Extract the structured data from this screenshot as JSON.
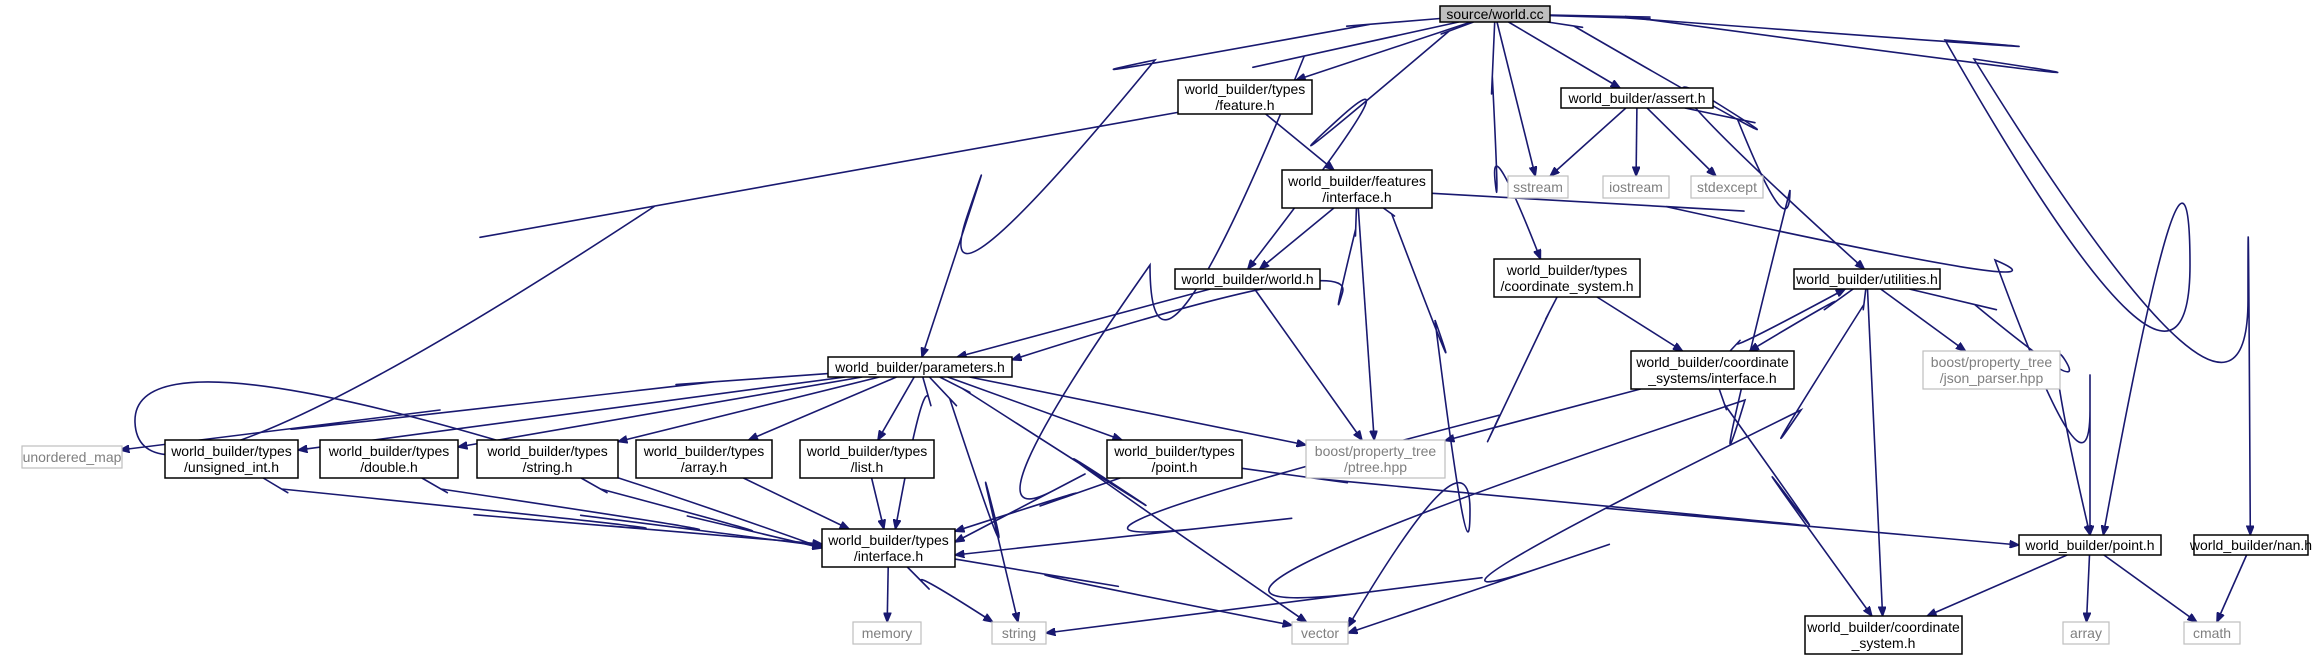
{
  "title": "source/world.cc",
  "colors": {
    "edge": "#191970",
    "root_fill": "#bfbfbf",
    "local_border": "#000000",
    "system_border": "#bfbfbf",
    "system_text": "#7f7f7f"
  },
  "nodes": [
    {
      "id": "world_cc",
      "kind": "root",
      "lines": [
        "source/world.cc"
      ]
    },
    {
      "id": "types_feature",
      "kind": "local",
      "lines": [
        "world_builder/types",
        "/feature.h"
      ]
    },
    {
      "id": "assert",
      "kind": "local",
      "lines": [
        "world_builder/assert.h"
      ]
    },
    {
      "id": "sstream",
      "kind": "system",
      "lines": [
        "sstream"
      ]
    },
    {
      "id": "iostream",
      "kind": "system",
      "lines": [
        "iostream"
      ]
    },
    {
      "id": "stdexcept",
      "kind": "system",
      "lines": [
        "stdexcept"
      ]
    },
    {
      "id": "features_interface",
      "kind": "local",
      "lines": [
        "world_builder/features",
        "/interface.h"
      ]
    },
    {
      "id": "world_h",
      "kind": "local",
      "lines": [
        "world_builder/world.h"
      ]
    },
    {
      "id": "coordinate_system_types",
      "kind": "local",
      "lines": [
        "world_builder/types",
        "/coordinate_system.h"
      ]
    },
    {
      "id": "utilities",
      "kind": "local",
      "lines": [
        "world_builder/utilities.h"
      ]
    },
    {
      "id": "parameters",
      "kind": "local",
      "lines": [
        "world_builder/parameters.h"
      ]
    },
    {
      "id": "coordinate_systems_interface",
      "kind": "local",
      "lines": [
        "world_builder/coordinate",
        "_systems/interface.h"
      ]
    },
    {
      "id": "json_parser",
      "kind": "system",
      "lines": [
        "boost/property_tree",
        "/json_parser.hpp"
      ]
    },
    {
      "id": "unordered_map",
      "kind": "system",
      "lines": [
        "unordered_map"
      ]
    },
    {
      "id": "unsigned_int",
      "kind": "local",
      "lines": [
        "world_builder/types",
        "/unsigned_int.h"
      ]
    },
    {
      "id": "double",
      "kind": "local",
      "lines": [
        "world_builder/types",
        "/double.h"
      ]
    },
    {
      "id": "string_h",
      "kind": "local",
      "lines": [
        "world_builder/types",
        "/string.h"
      ]
    },
    {
      "id": "array_h",
      "kind": "local",
      "lines": [
        "world_builder/types",
        "/array.h"
      ]
    },
    {
      "id": "list_h",
      "kind": "local",
      "lines": [
        "world_builder/types",
        "/list.h"
      ]
    },
    {
      "id": "types_point",
      "kind": "local",
      "lines": [
        "world_builder/types",
        "/point.h"
      ]
    },
    {
      "id": "ptree",
      "kind": "system",
      "lines": [
        "boost/property_tree",
        "/ptree.hpp"
      ]
    },
    {
      "id": "types_interface",
      "kind": "local",
      "lines": [
        "world_builder/types",
        "/interface.h"
      ]
    },
    {
      "id": "point_h",
      "kind": "local",
      "lines": [
        "world_builder/point.h"
      ]
    },
    {
      "id": "nan_h",
      "kind": "local",
      "lines": [
        "world_builder/nan.h"
      ]
    },
    {
      "id": "memory",
      "kind": "system",
      "lines": [
        "memory"
      ]
    },
    {
      "id": "string",
      "kind": "system",
      "lines": [
        "string"
      ]
    },
    {
      "id": "vector",
      "kind": "system",
      "lines": [
        "vector"
      ]
    },
    {
      "id": "coordinate_system_h",
      "kind": "local",
      "lines": [
        "world_builder/coordinate",
        "_system.h"
      ]
    },
    {
      "id": "array",
      "kind": "system",
      "lines": [
        "array"
      ]
    },
    {
      "id": "cmath",
      "kind": "system",
      "lines": [
        "cmath"
      ]
    }
  ],
  "edges": [
    [
      "world_cc",
      "types_feature"
    ],
    [
      "world_cc",
      "parameters"
    ],
    [
      "world_cc",
      "types_interface"
    ],
    [
      "world_cc",
      "world_h"
    ],
    [
      "world_cc",
      "sstream"
    ],
    [
      "world_cc",
      "coordinate_system_types"
    ],
    [
      "world_cc",
      "assert"
    ],
    [
      "world_cc",
      "utilities"
    ],
    [
      "world_cc",
      "point_h"
    ],
    [
      "world_cc",
      "nan_h"
    ],
    [
      "types_feature",
      "features_interface"
    ],
    [
      "types_feature",
      "types_interface"
    ],
    [
      "assert",
      "sstream"
    ],
    [
      "assert",
      "iostream"
    ],
    [
      "assert",
      "stdexcept"
    ],
    [
      "assert",
      "string"
    ],
    [
      "features_interface",
      "world_h"
    ],
    [
      "features_interface",
      "parameters"
    ],
    [
      "features_interface",
      "ptree"
    ],
    [
      "features_interface",
      "vector"
    ],
    [
      "features_interface",
      "point_h"
    ],
    [
      "world_h",
      "parameters"
    ],
    [
      "world_h",
      "ptree"
    ],
    [
      "coordinate_system_types",
      "coordinate_systems_interface"
    ],
    [
      "coordinate_system_types",
      "types_interface"
    ],
    [
      "utilities",
      "coordinate_systems_interface"
    ],
    [
      "utilities",
      "json_parser"
    ],
    [
      "utilities",
      "point_h"
    ],
    [
      "utilities",
      "coordinate_system_h"
    ],
    [
      "utilities",
      "vector"
    ],
    [
      "coordinate_systems_interface",
      "utilities"
    ],
    [
      "coordinate_systems_interface",
      "ptree"
    ],
    [
      "coordinate_systems_interface",
      "coordinate_system_h"
    ],
    [
      "parameters",
      "unordered_map"
    ],
    [
      "parameters",
      "unsigned_int"
    ],
    [
      "parameters",
      "double"
    ],
    [
      "parameters",
      "string_h"
    ],
    [
      "parameters",
      "array_h"
    ],
    [
      "parameters",
      "list_h"
    ],
    [
      "parameters",
      "types_point"
    ],
    [
      "parameters",
      "ptree"
    ],
    [
      "parameters",
      "types_interface"
    ],
    [
      "parameters",
      "string"
    ],
    [
      "parameters",
      "vector"
    ],
    [
      "unsigned_int",
      "types_interface"
    ],
    [
      "double",
      "types_interface"
    ],
    [
      "string_h",
      "types_interface"
    ],
    [
      "array_h",
      "types_interface"
    ],
    [
      "list_h",
      "types_interface"
    ],
    [
      "types_point",
      "types_interface"
    ],
    [
      "types_point",
      "point_h"
    ],
    [
      "types_interface",
      "memory"
    ],
    [
      "types_interface",
      "string"
    ],
    [
      "types_interface",
      "vector"
    ],
    [
      "point_h",
      "coordinate_system_h"
    ],
    [
      "point_h",
      "array"
    ],
    [
      "point_h",
      "cmath"
    ],
    [
      "nan_h",
      "cmath"
    ]
  ]
}
